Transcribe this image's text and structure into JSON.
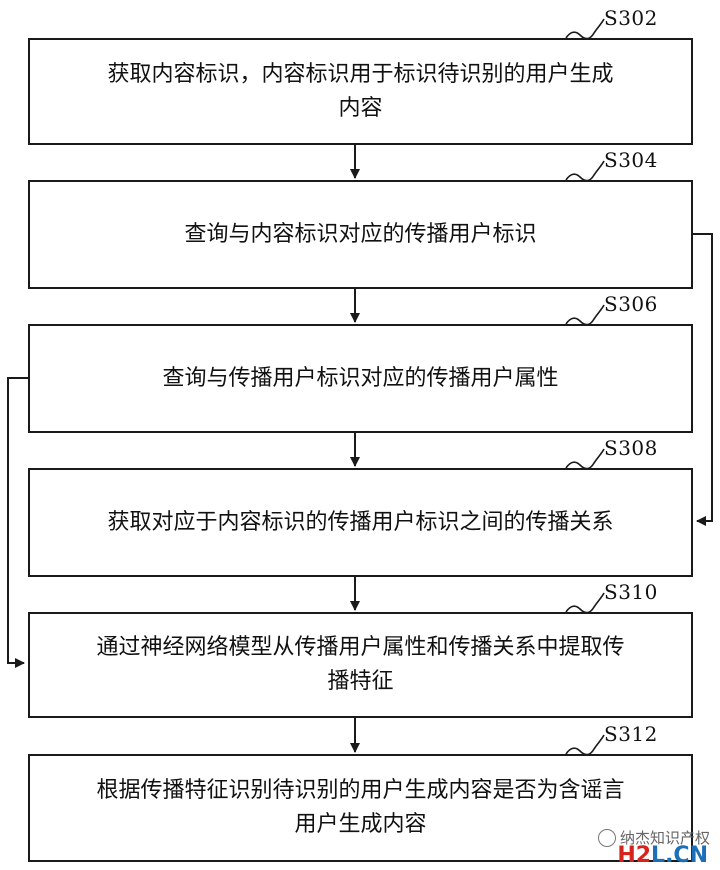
{
  "steps": [
    {
      "id": "S302",
      "text_lines": [
        "获取内容标识，内容标识用于标识待识别的用户生成",
        "内容"
      ]
    },
    {
      "id": "S304",
      "text_lines": [
        "查询与内容标识对应的传播用户标识"
      ]
    },
    {
      "id": "S306",
      "text_lines": [
        "查询与传播用户标识对应的传播用户属性"
      ]
    },
    {
      "id": "S308",
      "text_lines": [
        "获取对应于内容标识的传播用户标识之间的传播关系"
      ]
    },
    {
      "id": "S310",
      "text_lines": [
        "通过神经网络模型从传播用户属性和传播关系中提取传",
        "播特征"
      ]
    },
    {
      "id": "S312",
      "text_lines": [
        "根据传播特征识别待识别的用户生成内容是否为含谣言",
        "用户生成内容"
      ]
    }
  ],
  "watermark": {
    "text": "纳杰知识产权",
    "site_red": "H2",
    "site_blue": "L",
    "site_suffix": ".CN"
  },
  "colors": {
    "line": "#1a1a1a",
    "site_red": "#d4241c",
    "site_blue": "#1d6fb8"
  }
}
